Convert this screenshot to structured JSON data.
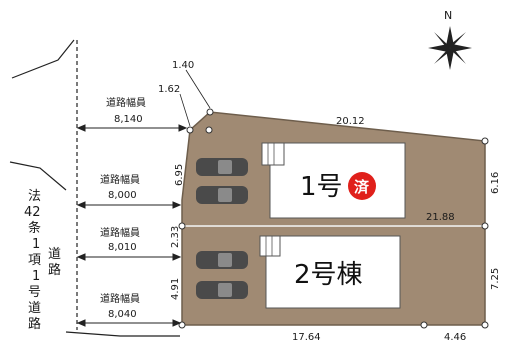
{
  "compass": {
    "north_label": "N"
  },
  "road_widths": [
    {
      "label": "道路幅員",
      "value": "8,140"
    },
    {
      "label": "道路幅員",
      "value": "8,000"
    },
    {
      "label": "道路幅員",
      "value": "8,010"
    },
    {
      "label": "道路幅員",
      "value": "8,040"
    }
  ],
  "road_designation": {
    "left_column": [
      "法",
      "42",
      "条",
      "1",
      "項",
      "1",
      "号",
      "道",
      "路"
    ],
    "right_column": [
      "道",
      "路"
    ]
  },
  "dimensions": {
    "top_corner_a": "1.40",
    "top_corner_b": "1.62",
    "top_edge": "20.12",
    "lot1_left": "6.95",
    "lot1_right": "6.16",
    "middle_line": "21.88",
    "middle_left": "2.33",
    "lot2_left": "4.91",
    "lot2_right": "7.25",
    "bottom_left": "17.64",
    "bottom_right": "4.46"
  },
  "houses": [
    {
      "label": "1号",
      "badge": "済",
      "badge_color": "#e0201b"
    },
    {
      "label": "2号棟"
    }
  ],
  "colors": {
    "lot_fill": "#a08a73",
    "lot_edge": "#6e5e4c",
    "house_fill": "#ffffff",
    "car_fill": "#4a4a4a",
    "badge": "#e0201b"
  }
}
